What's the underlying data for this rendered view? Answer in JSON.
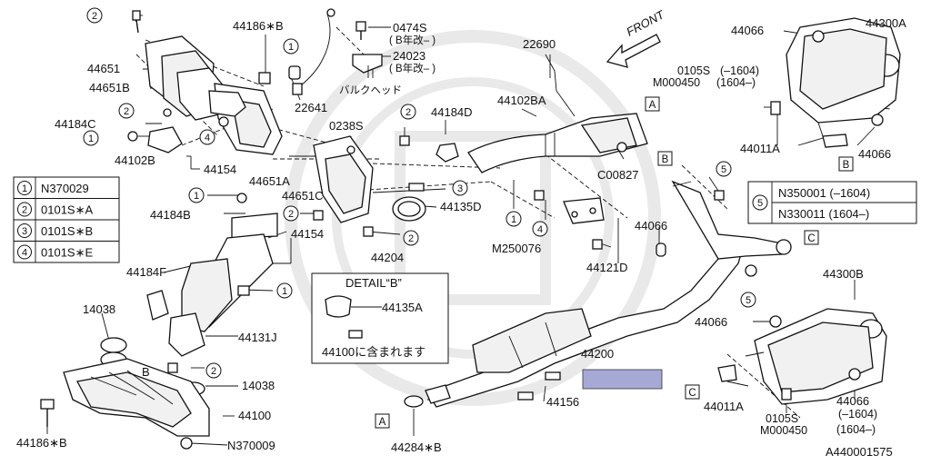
{
  "labels": {
    "p44186b_top": "44186∗B",
    "p0474s": "0474S",
    "p0474s_note": "( B年改– )",
    "p24023": "24023",
    "p24023_note": "( B年改– )",
    "bulkhead": "バルクヘッド",
    "p22641": "22641",
    "p22690": "22690",
    "front": "FRONT",
    "p44066_tr": "44066",
    "p44300a": "44300A",
    "p44651": "44651",
    "p44651b": "44651B",
    "p44184c": "44184C",
    "p44102b": "44102B",
    "p44154_top": "44154",
    "p44651a": "44651A",
    "p0238s": "0238S",
    "p44184d": "44184D",
    "p44102ba": "44102BA",
    "pC00827": "C00827",
    "p0105s_tr": "0105S",
    "pM000450_tr": "M000450",
    "range1_tr": "(–1604)",
    "range2_tr": "(1604–)",
    "p44011a_tr": "44011A",
    "p44066_tr2": "44066",
    "p44651c": "44651C",
    "p44135d": "44135D",
    "p44184b": "44184B",
    "p44154_mid": "44154",
    "p44204": "44204",
    "pM250076": "M250076",
    "p44121d": "44121D",
    "p44066_mid": "44066",
    "p44184f": "44184F",
    "p14038_l": "14038",
    "p44131j": "44131J",
    "p14038_b": "14038",
    "p44100": "44100",
    "p44186b_bot": "44186∗B",
    "pN370009": "N370009",
    "detail_title": "DETAIL“B”",
    "p44135a": "44135A",
    "detail_note": "44100に含まれます",
    "p44200": "44200",
    "p44156": "44156",
    "p44284b": "44284∗B",
    "p44300b": "44300B",
    "p44066_rb": "44066",
    "p44011a_rb": "44011A",
    "p0105s_rb": "0105S",
    "pM000450_rb": "M000450",
    "p44066_rb2": "44066",
    "range1_rb": "(–1604)",
    "range2_rb": "(1604–)",
    "letter_b_pointer": "B",
    "diagram_id": "A440001575"
  },
  "callouts": {
    "c1": "1",
    "c2": "2",
    "c3": "3",
    "c4": "4",
    "c5": "5"
  },
  "ref_letters": {
    "A": "A",
    "B": "B",
    "C": "C"
  },
  "legend_left": [
    {
      "num": "1",
      "part": "N370029"
    },
    {
      "num": "2",
      "part": "0101S∗A"
    },
    {
      "num": "3",
      "part": "0101S∗B"
    },
    {
      "num": "4",
      "part": "0101S∗E"
    }
  ],
  "legend_right": {
    "num": "5",
    "rows": [
      "N350001 (–1604)",
      "N330011 (1604–)"
    ]
  },
  "highlight_color": "#a6a9d6"
}
